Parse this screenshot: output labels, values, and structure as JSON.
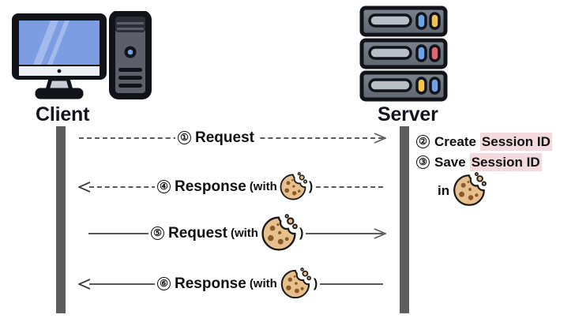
{
  "diagram": {
    "title": "Session ID cookie exchange sequence diagram",
    "type": "sequence-diagram"
  },
  "actors": {
    "client": {
      "label": "Client",
      "icon": "desktop-computer-icon"
    },
    "server": {
      "label": "Server",
      "icon": "server-rack-icon"
    }
  },
  "messages": [
    {
      "number": "①",
      "kind": "Request",
      "with_label": "",
      "has_cookie": false,
      "direction": "right",
      "style": "dashed"
    },
    {
      "number": "④",
      "kind": "Response",
      "with_label": "(with",
      "has_cookie": true,
      "direction": "left",
      "style": "dashed"
    },
    {
      "number": "⑤",
      "kind": "Request",
      "with_label": "(with",
      "has_cookie": true,
      "direction": "right",
      "style": "solid"
    },
    {
      "number": "⑥",
      "kind": "Response",
      "with_label": "(with",
      "has_cookie": true,
      "direction": "left",
      "style": "solid"
    }
  ],
  "notes": [
    {
      "number": "②",
      "text": "Create",
      "highlight": "Session ID"
    },
    {
      "number": "③",
      "text": "Save",
      "highlight": "Session ID"
    },
    {
      "number": "",
      "text": "in",
      "highlight": "",
      "has_cookie": true
    }
  ],
  "paren_close": ")",
  "colors": {
    "screen_blue": "#7d9de2",
    "screen_highlight": "#a9c0ee",
    "tower_dark": "#2b2d38",
    "tower_body": "#5a5f69",
    "server_body": "#6d7681",
    "server_slot": "#b9bfc6",
    "led_blue": "#6fa3e8",
    "led_yellow": "#f2c44a",
    "led_red": "#e4636e",
    "cookie_body": "#e8c08e",
    "cookie_chip": "#8a5a2b",
    "lifeline": "#5d5d5d",
    "line": "#5a5a5a",
    "highlight_pink": "#f3dade",
    "text": "#111111",
    "background": "#ffffff"
  }
}
